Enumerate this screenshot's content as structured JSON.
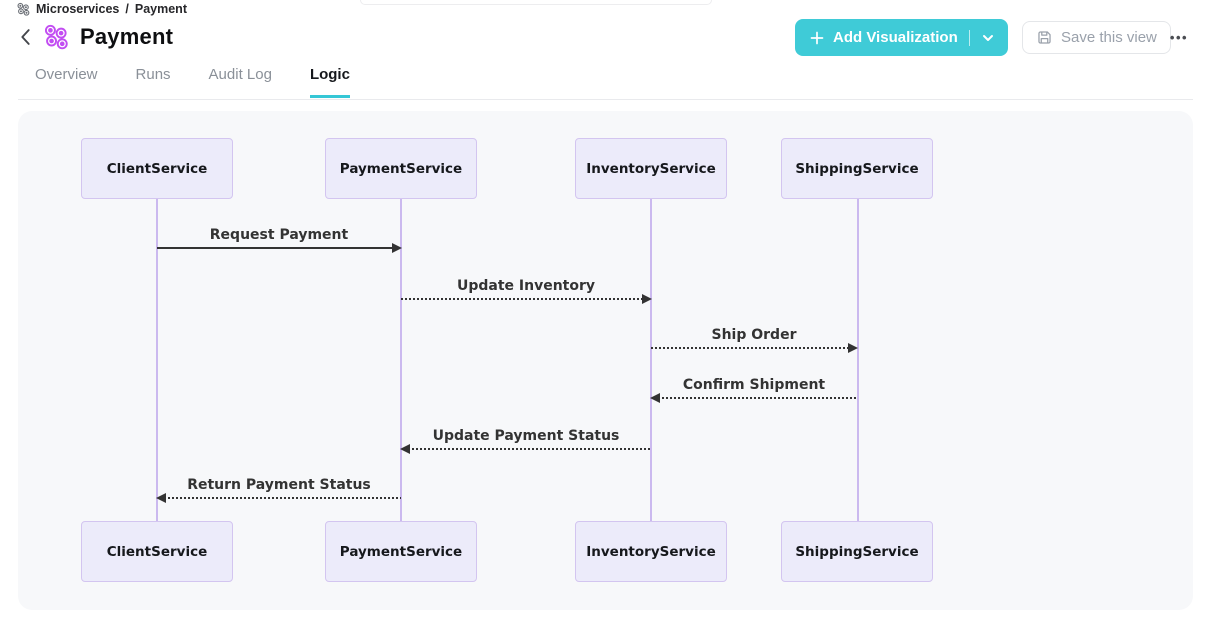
{
  "breadcrumb": {
    "app_icon": "microservices-cluster-icon",
    "items": [
      "Microservices",
      "Payment"
    ],
    "separator": "/"
  },
  "header": {
    "title": "Payment"
  },
  "tabs": {
    "items": [
      {
        "label": "Overview",
        "active": false
      },
      {
        "label": "Runs",
        "active": false
      },
      {
        "label": "Audit Log",
        "active": false
      },
      {
        "label": "Logic",
        "active": true
      }
    ]
  },
  "toolbar": {
    "add_visualization": {
      "label": "Add Visualization"
    },
    "save_view": {
      "label": "Save this view"
    },
    "more": {
      "label": "•••"
    }
  },
  "diagram": {
    "type": "sequence-diagram",
    "participants": [
      "ClientService",
      "PaymentService",
      "InventoryService",
      "ShippingService"
    ],
    "messages": [
      {
        "from": "ClientService",
        "to": "PaymentService",
        "label": "Request Payment",
        "line": "solid",
        "direction": "right"
      },
      {
        "from": "PaymentService",
        "to": "InventoryService",
        "label": "Update Inventory",
        "line": "dashed",
        "direction": "right"
      },
      {
        "from": "InventoryService",
        "to": "ShippingService",
        "label": "Ship Order",
        "line": "dashed",
        "direction": "right"
      },
      {
        "from": "ShippingService",
        "to": "InventoryService",
        "label": "Confirm Shipment",
        "line": "dashed",
        "direction": "left"
      },
      {
        "from": "InventoryService",
        "to": "PaymentService",
        "label": "Update Payment Status",
        "line": "dashed",
        "direction": "left"
      },
      {
        "from": "PaymentService",
        "to": "ClientService",
        "label": "Return Payment Status",
        "line": "dashed",
        "direction": "left"
      }
    ]
  },
  "colors": {
    "accent_teal": "#3fcbd7",
    "tab_underline": "#35c7d6",
    "participant_fill": "#ecebfa",
    "participant_border": "#d3c5f0",
    "lifeline": "#cbb9ef",
    "arrow": "#333333",
    "panel_background": "#f7f8fa",
    "title_icon_purple": "#c24df2",
    "muted_text": "#9aa1ab"
  }
}
